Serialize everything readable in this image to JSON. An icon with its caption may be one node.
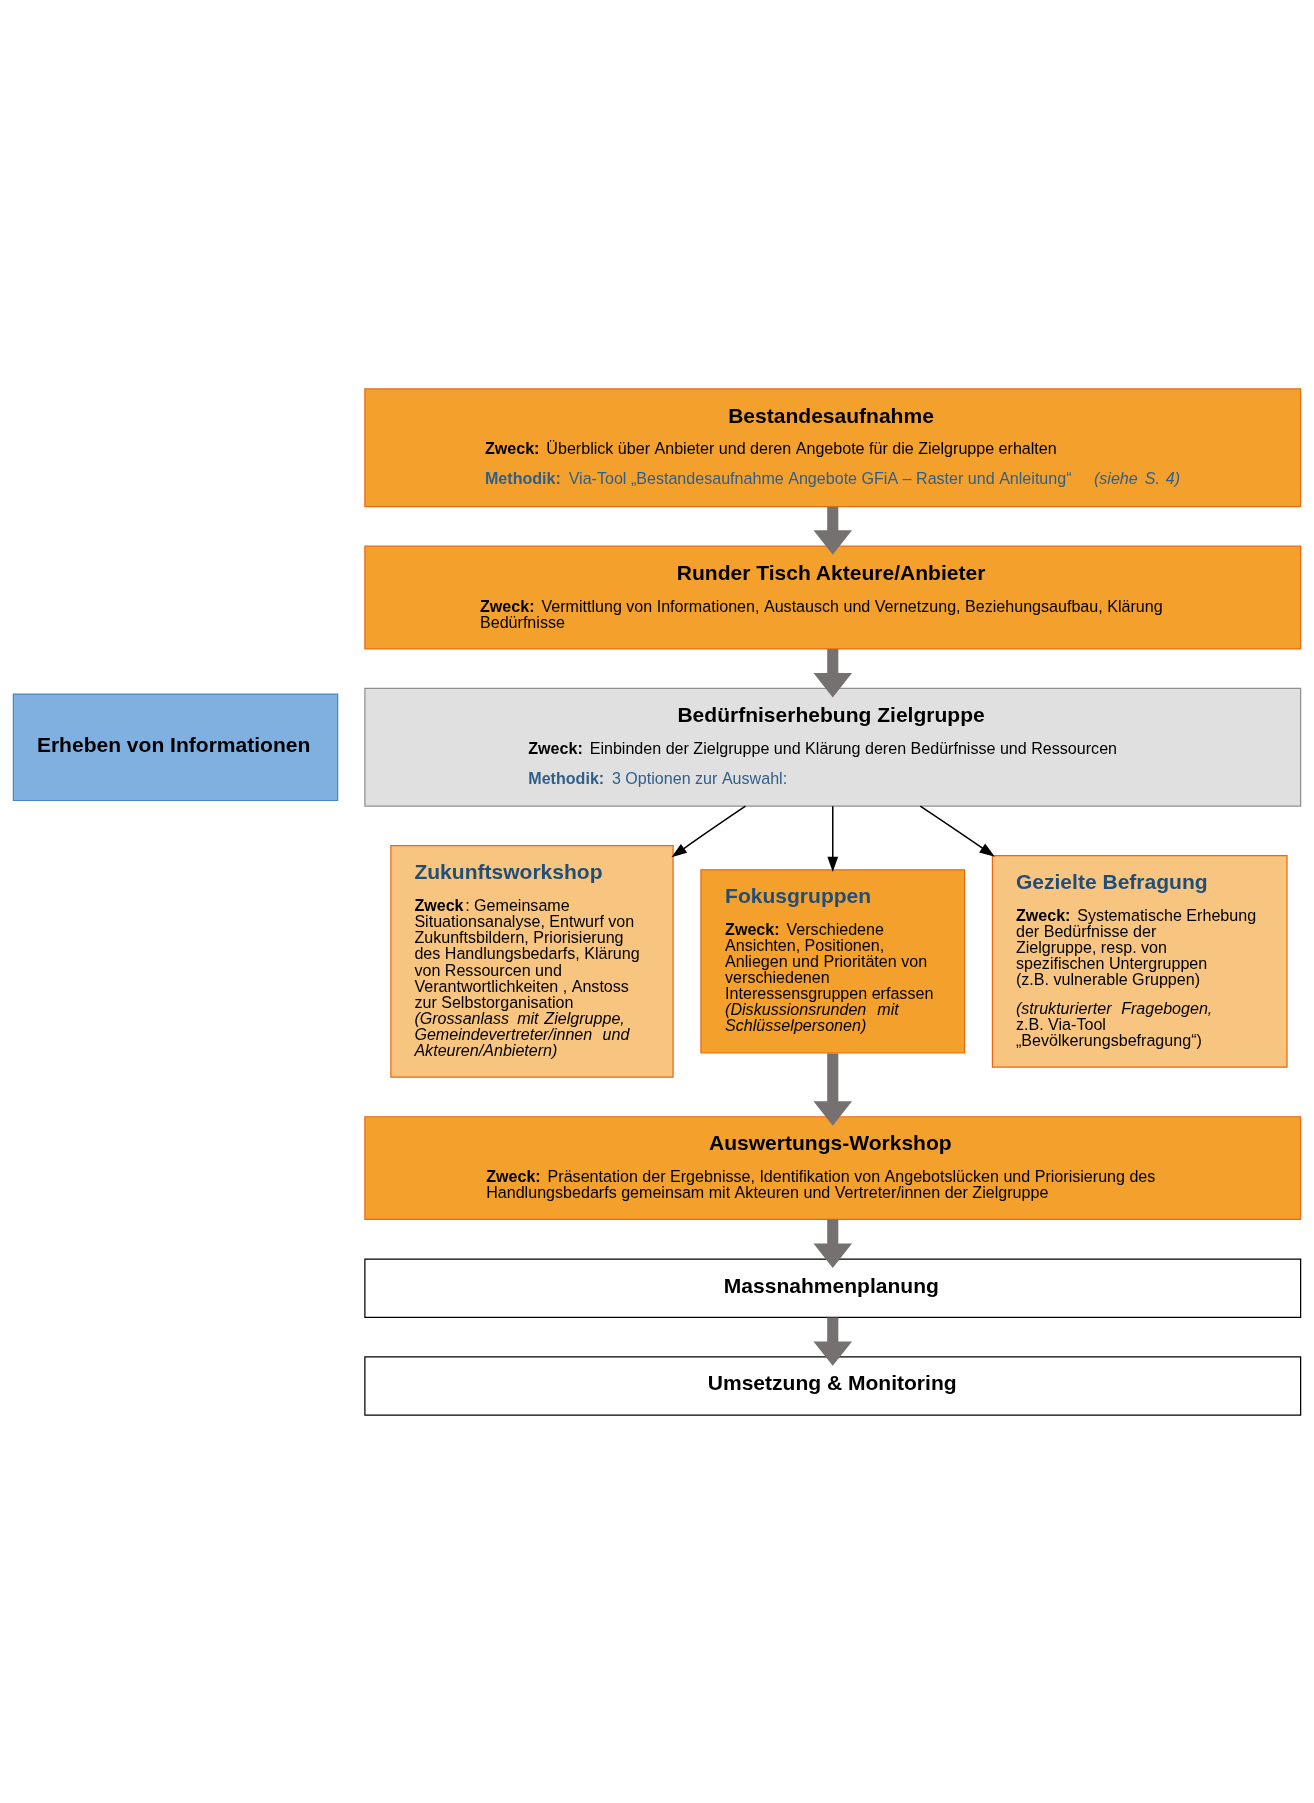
{
  "diagram": {
    "nodes": [
      {
        "text": [
          "Erheben von Informationen"
        ]
      },
      {
        "text": [
          "Bestandesaufnahme",
          "**Zweck:** Überblick über Anbieter und deren Angebote für die Zielgruppe erhalten",
          "**Methodik:** Via-Tool „Bestandesaufnahme Angebote GFiA – Raster und Anleitung“ *(siehe S. 4)*"
        ]
      },
      {
        "text": [
          "Runder Tisch Akteure/Anbieter",
          "**Zweck:** Vermittlung von Informationen, Austausch und Vernetzung, Beziehungsaufbau, Klärung Bedürfnisse"
        ]
      },
      {
        "text": [
          "Bedürfniserhebung Zielgruppe",
          "**Zweck:** Einbinden der Zielgruppe und Klärung deren Bedürfnisse und Ressourcen",
          "**Methodik:** 3 Optionen zur Auswahl:"
        ]
      },
      {
        "text": [
          "Zukunftsworkshop",
          "**Zweck**: Gemeinsame Situationsanalyse, Entwurf von Zukunftsbildern, Priorisierung des Handlungsbedarfs, Klärung von Ressourcen und Verantwortlichkeiten , Anstoss zur Selbstorganisation *(Grossanlass mit Zielgruppe, Gemeindevertreter/innen und Akteuren/Anbietern)*"
        ]
      },
      {
        "text": [
          "Fokusgruppen",
          "**Zweck:** Verschiedene Ansichten, Positionen, Anliegen und Prioritäten von verschiedenen Interessensgruppen erfassen *(Diskussionsrunden mit Schlüsselpersonen)*"
        ]
      },
      {
        "text": [
          "Gezielte Befragung",
          "**Zweck:** Systematische Erhebung der Bedürfnisse der Zielgruppe, resp. von spezifischen Untergruppen (z.B. vulnerable Gruppen)",
          "*(strukturierter Fragebogen,* z.B. Via-Tool „Bevölkerungsbefragung“)"
        ]
      },
      {
        "text": [
          "Auswertungs-Workshop",
          "**Zweck:** Präsentation der Ergebnisse, Identifikation von Angebotslücken und Priorisierung des Handlungsbedarfs gemeinsam mit Akteuren und Vertreter/innen der Zielgruppe"
        ]
      },
      {
        "text": [
          "Massnahmenplanung"
        ]
      },
      {
        "text": [
          "Umsetzung & Monitoring"
        ]
      }
    ],
    "edges": [
      {
        "from": 1,
        "to": 2,
        "arrow": "to"
      },
      {
        "from": 2,
        "to": 3,
        "arrow": "to"
      },
      {
        "from": 3,
        "to": 4,
        "arrow": "to",
        "color": "#000000"
      },
      {
        "from": 3,
        "to": 5,
        "arrow": "to",
        "color": "#000000"
      },
      {
        "from": 3,
        "to": 6,
        "arrow": "to",
        "color": "#000000"
      },
      {
        "from": 5,
        "to": 7,
        "arrow": "to"
      },
      {
        "from": 7,
        "to": 8,
        "arrow": "to"
      },
      {
        "from": 8,
        "to": 9,
        "arrow": "to"
      }
    ]
  }
}
